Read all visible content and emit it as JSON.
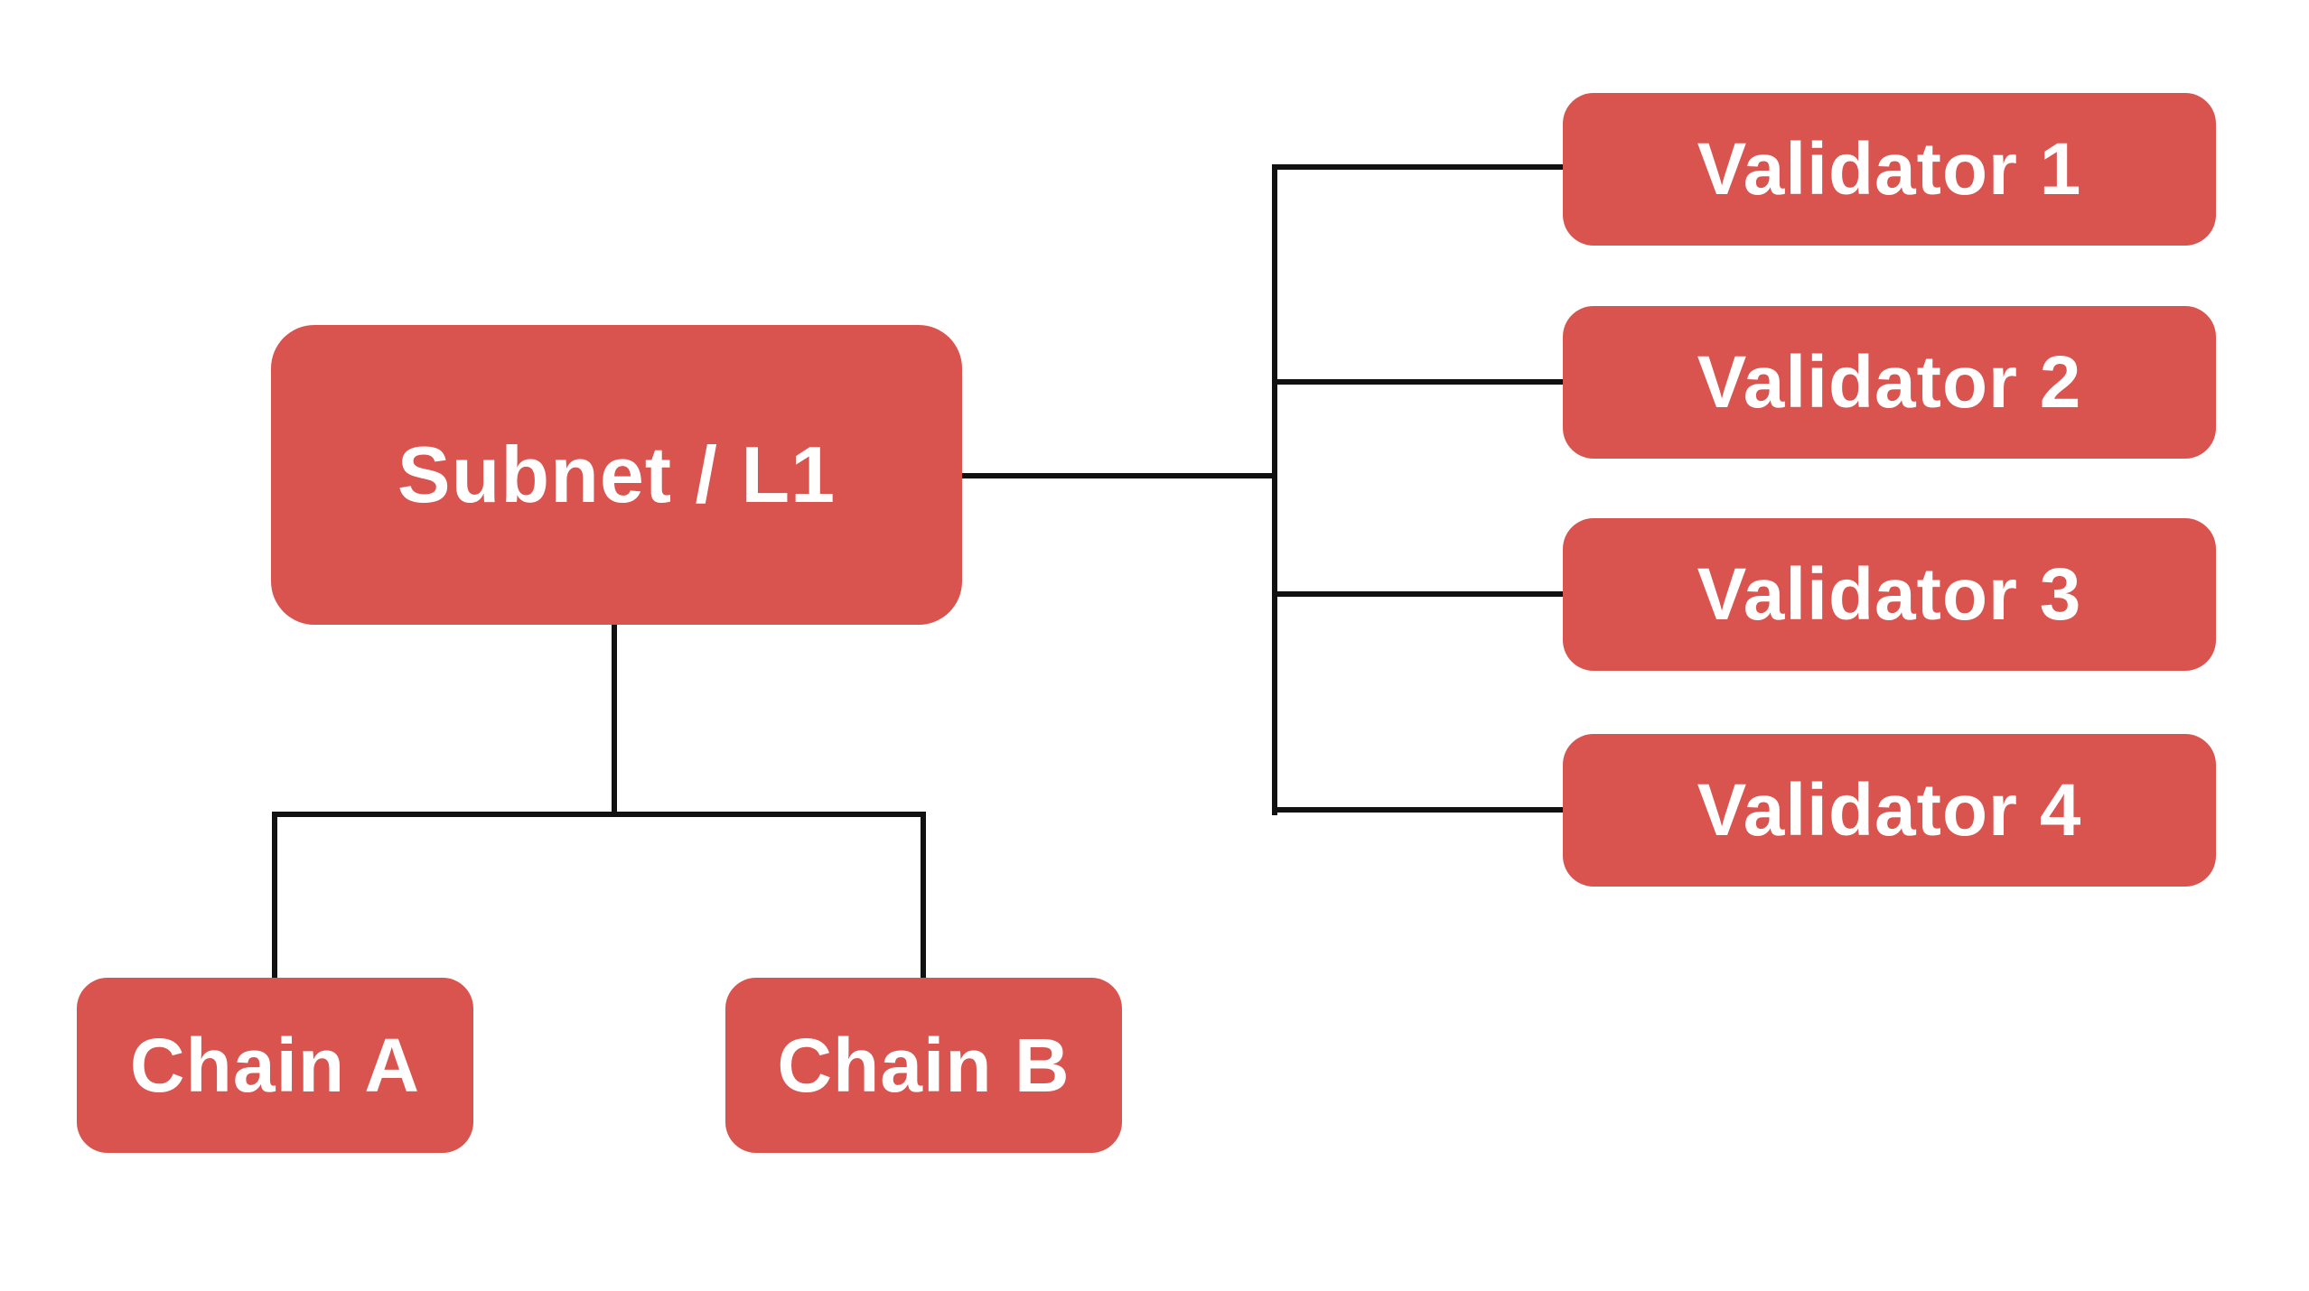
{
  "diagram": {
    "root": {
      "label": "Subnet / L1"
    },
    "validators": [
      {
        "label": "Validator 1"
      },
      {
        "label": "Validator 2"
      },
      {
        "label": "Validator 3"
      },
      {
        "label": "Validator 4"
      }
    ],
    "chains": [
      {
        "label": "Chain A"
      },
      {
        "label": "Chain B"
      }
    ],
    "colors": {
      "node_fill": "#d9534f",
      "node_text": "#ffffff",
      "connector": "#111111",
      "background": "#ffffff"
    }
  }
}
